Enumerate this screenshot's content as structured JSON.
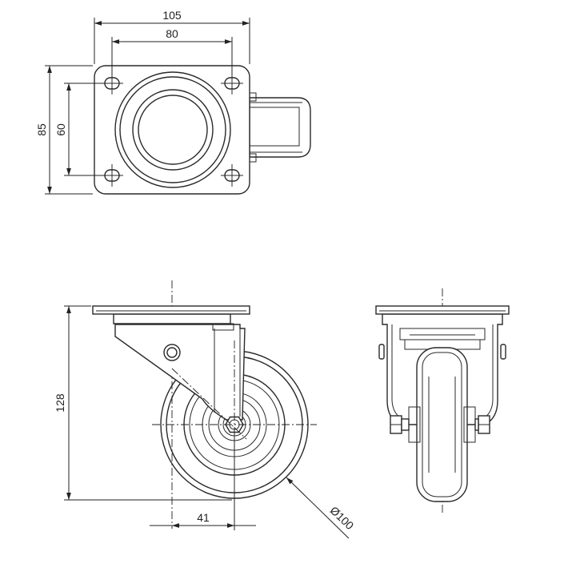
{
  "dimensions": {
    "top_overall_width": "105",
    "top_hole_spacing_x": "80",
    "top_overall_height": "85",
    "top_hole_spacing_y": "60",
    "side_height": "128",
    "offset": "41",
    "wheel_diameter": "Ø100"
  },
  "colors": {
    "line": "#2a2a2a",
    "background": "#ffffff"
  }
}
